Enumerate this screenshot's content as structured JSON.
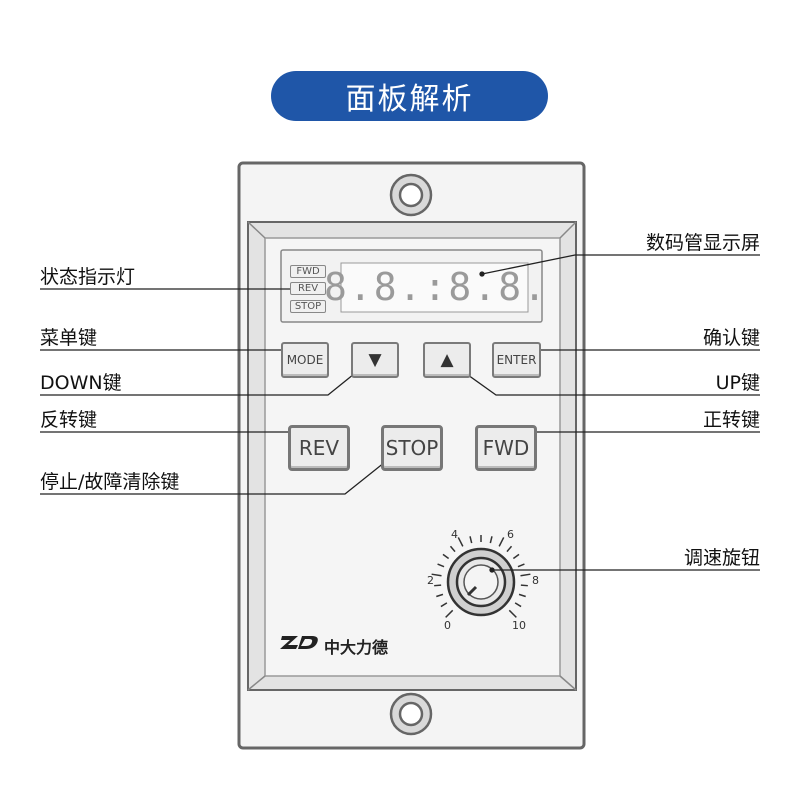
{
  "title": "面板解析",
  "indicators": [
    "FWD",
    "REV",
    "STOP"
  ],
  "display_digits": "8.8.:8.8.",
  "keys": {
    "mode": "MODE",
    "down": "▼",
    "up": "▲",
    "enter": "ENTER",
    "rev": "REV",
    "stop": "STOP",
    "fwd": "FWD"
  },
  "knob_scale": [
    "0",
    "2",
    "4",
    "6",
    "8",
    "10"
  ],
  "brand": {
    "logo": "ZD",
    "name": "中大力德"
  },
  "labels_left": {
    "status": "状态指示灯",
    "menu": "菜单键",
    "down": "DOWN键",
    "reverse": "反转键",
    "stop": "停止/故障清除键"
  },
  "labels_right": {
    "display": "数码管显示屏",
    "confirm": "确认键",
    "up": "UP键",
    "forward": "正转键",
    "speed": "调速旋钮"
  }
}
